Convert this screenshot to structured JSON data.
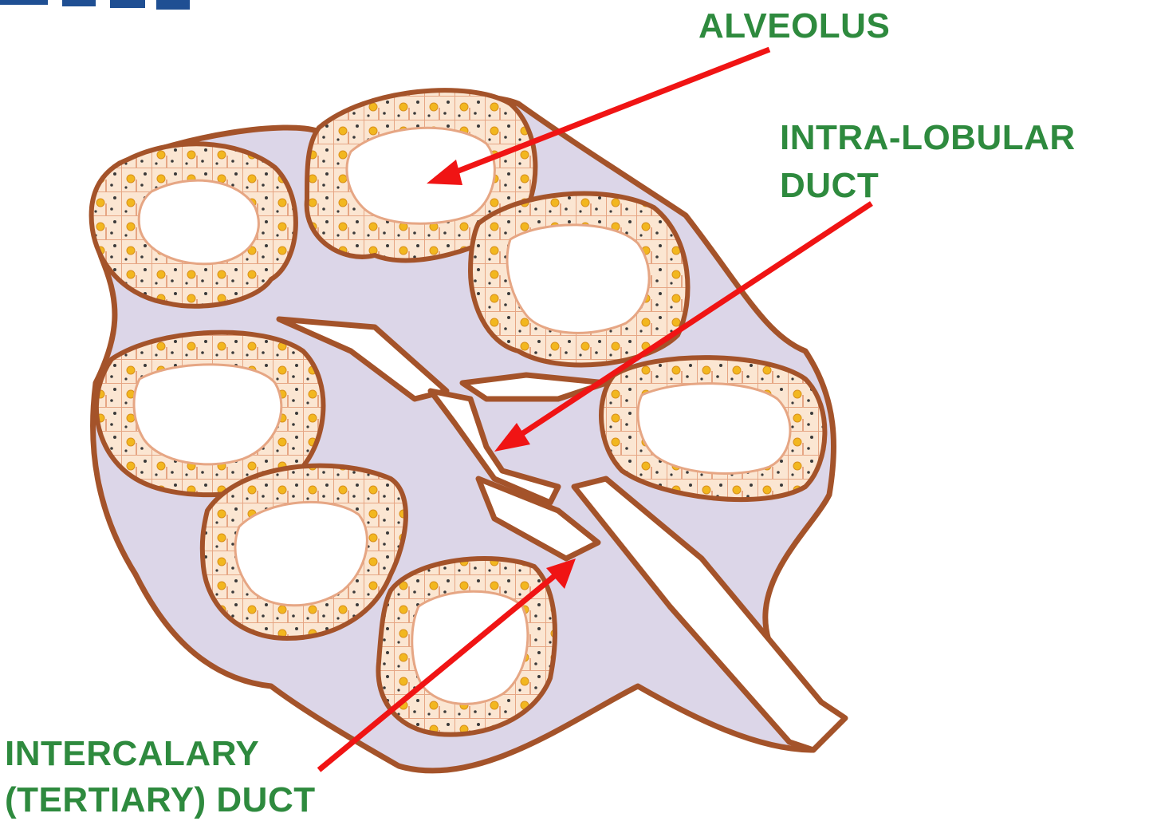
{
  "labels": {
    "alveolus": "ALVEOLUS",
    "intralobular_line1": "INTRA-LOBULAR",
    "intralobular_line2": "DUCT",
    "intercalary_line1": "INTERCALARY",
    "intercalary_line2": "(TERTIARY) DUCT"
  },
  "colors": {
    "label_text": "#2e8a3e",
    "arrow": "#f01414",
    "lobule_fill": "#dcd6e8",
    "outline": "#a4532a",
    "cell_fill": "#fbe6d2",
    "cell_border": "#e6a684",
    "nucleus": "#f2b71f",
    "granule": "#3a3a3a",
    "logo_strip": "#1f4f93"
  }
}
